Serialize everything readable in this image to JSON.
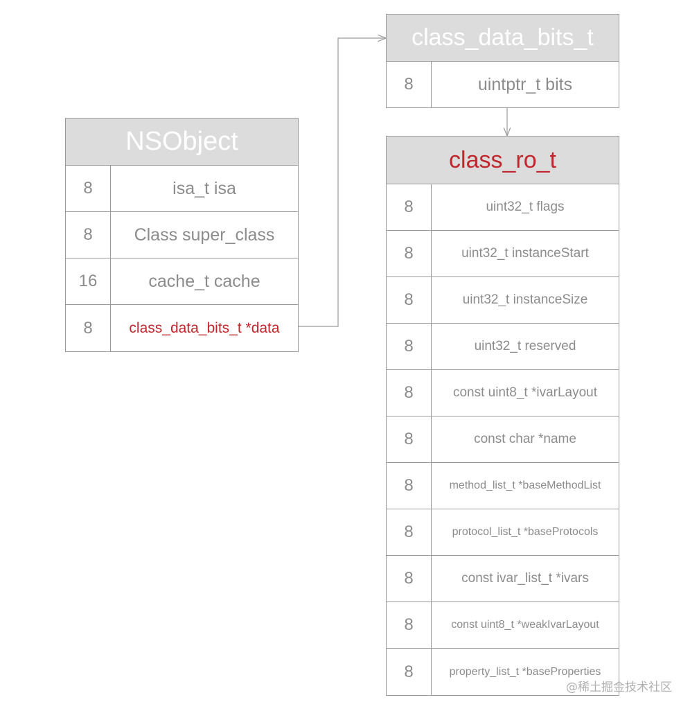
{
  "colors": {
    "header_bg": "#dcdcdc",
    "border": "#9a9a9a",
    "text_gray": "#8c8c8c",
    "highlight_red": "#c0272d"
  },
  "nsobject": {
    "title": "NSObject",
    "rows": [
      {
        "size": "8",
        "field": "isa_t isa"
      },
      {
        "size": "8",
        "field": "Class super_class"
      },
      {
        "size": "16",
        "field": "cache_t cache"
      },
      {
        "size": "8",
        "field": "class_data_bits_t *data"
      }
    ]
  },
  "class_data_bits": {
    "title": "class_data_bits_t",
    "rows": [
      {
        "size": "8",
        "field": "uintptr_t bits"
      }
    ]
  },
  "class_ro": {
    "title": "class_ro_t",
    "rows": [
      {
        "size": "8",
        "field": "uint32_t flags"
      },
      {
        "size": "8",
        "field": "uint32_t instanceStart"
      },
      {
        "size": "8",
        "field": "uint32_t instanceSize"
      },
      {
        "size": "8",
        "field": "uint32_t reserved"
      },
      {
        "size": "8",
        "field": "const uint8_t *ivarLayout"
      },
      {
        "size": "8",
        "field": "const char *name"
      },
      {
        "size": "8",
        "field": "method_list_t *baseMethodList"
      },
      {
        "size": "8",
        "field": "protocol_list_t *baseProtocols"
      },
      {
        "size": "8",
        "field": "const ivar_list_t *ivars"
      },
      {
        "size": "8",
        "field": "const uint8_t *weakIvarLayout"
      },
      {
        "size": "8",
        "field": "property_list_t *baseProperties"
      }
    ]
  },
  "watermark": "@稀土掘金技术社区"
}
